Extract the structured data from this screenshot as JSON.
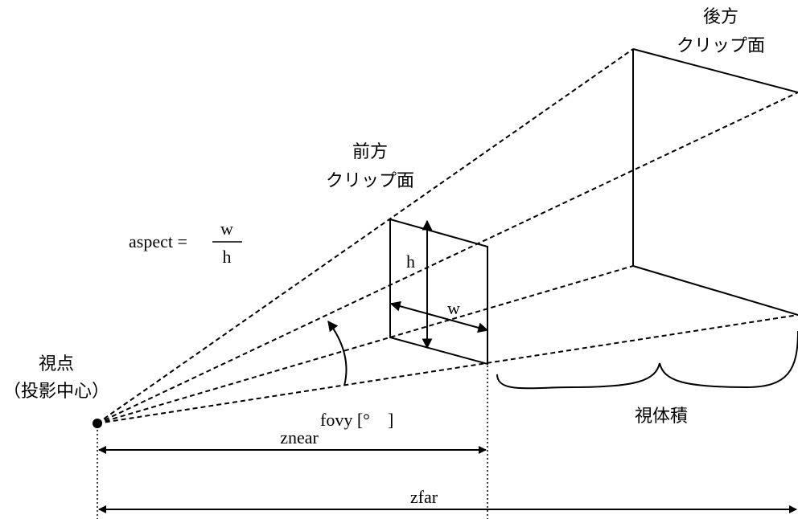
{
  "labels": {
    "far_plane_line1": "後方",
    "far_plane_line2": "クリップ面",
    "near_plane_line1": "前方",
    "near_plane_line2": "クリップ面",
    "aspect_lhs": "aspect =",
    "aspect_num": "w",
    "aspect_den": "h",
    "height": "h",
    "width": "w",
    "viewpoint_line1": "視点",
    "viewpoint_line2": "（投影中心）",
    "fovy": "fovy [°　]",
    "znear": "znear",
    "zfar": "zfar",
    "view_volume": "視体積"
  },
  "colors": {
    "ink": "#000000",
    "background": "#ffffff"
  }
}
